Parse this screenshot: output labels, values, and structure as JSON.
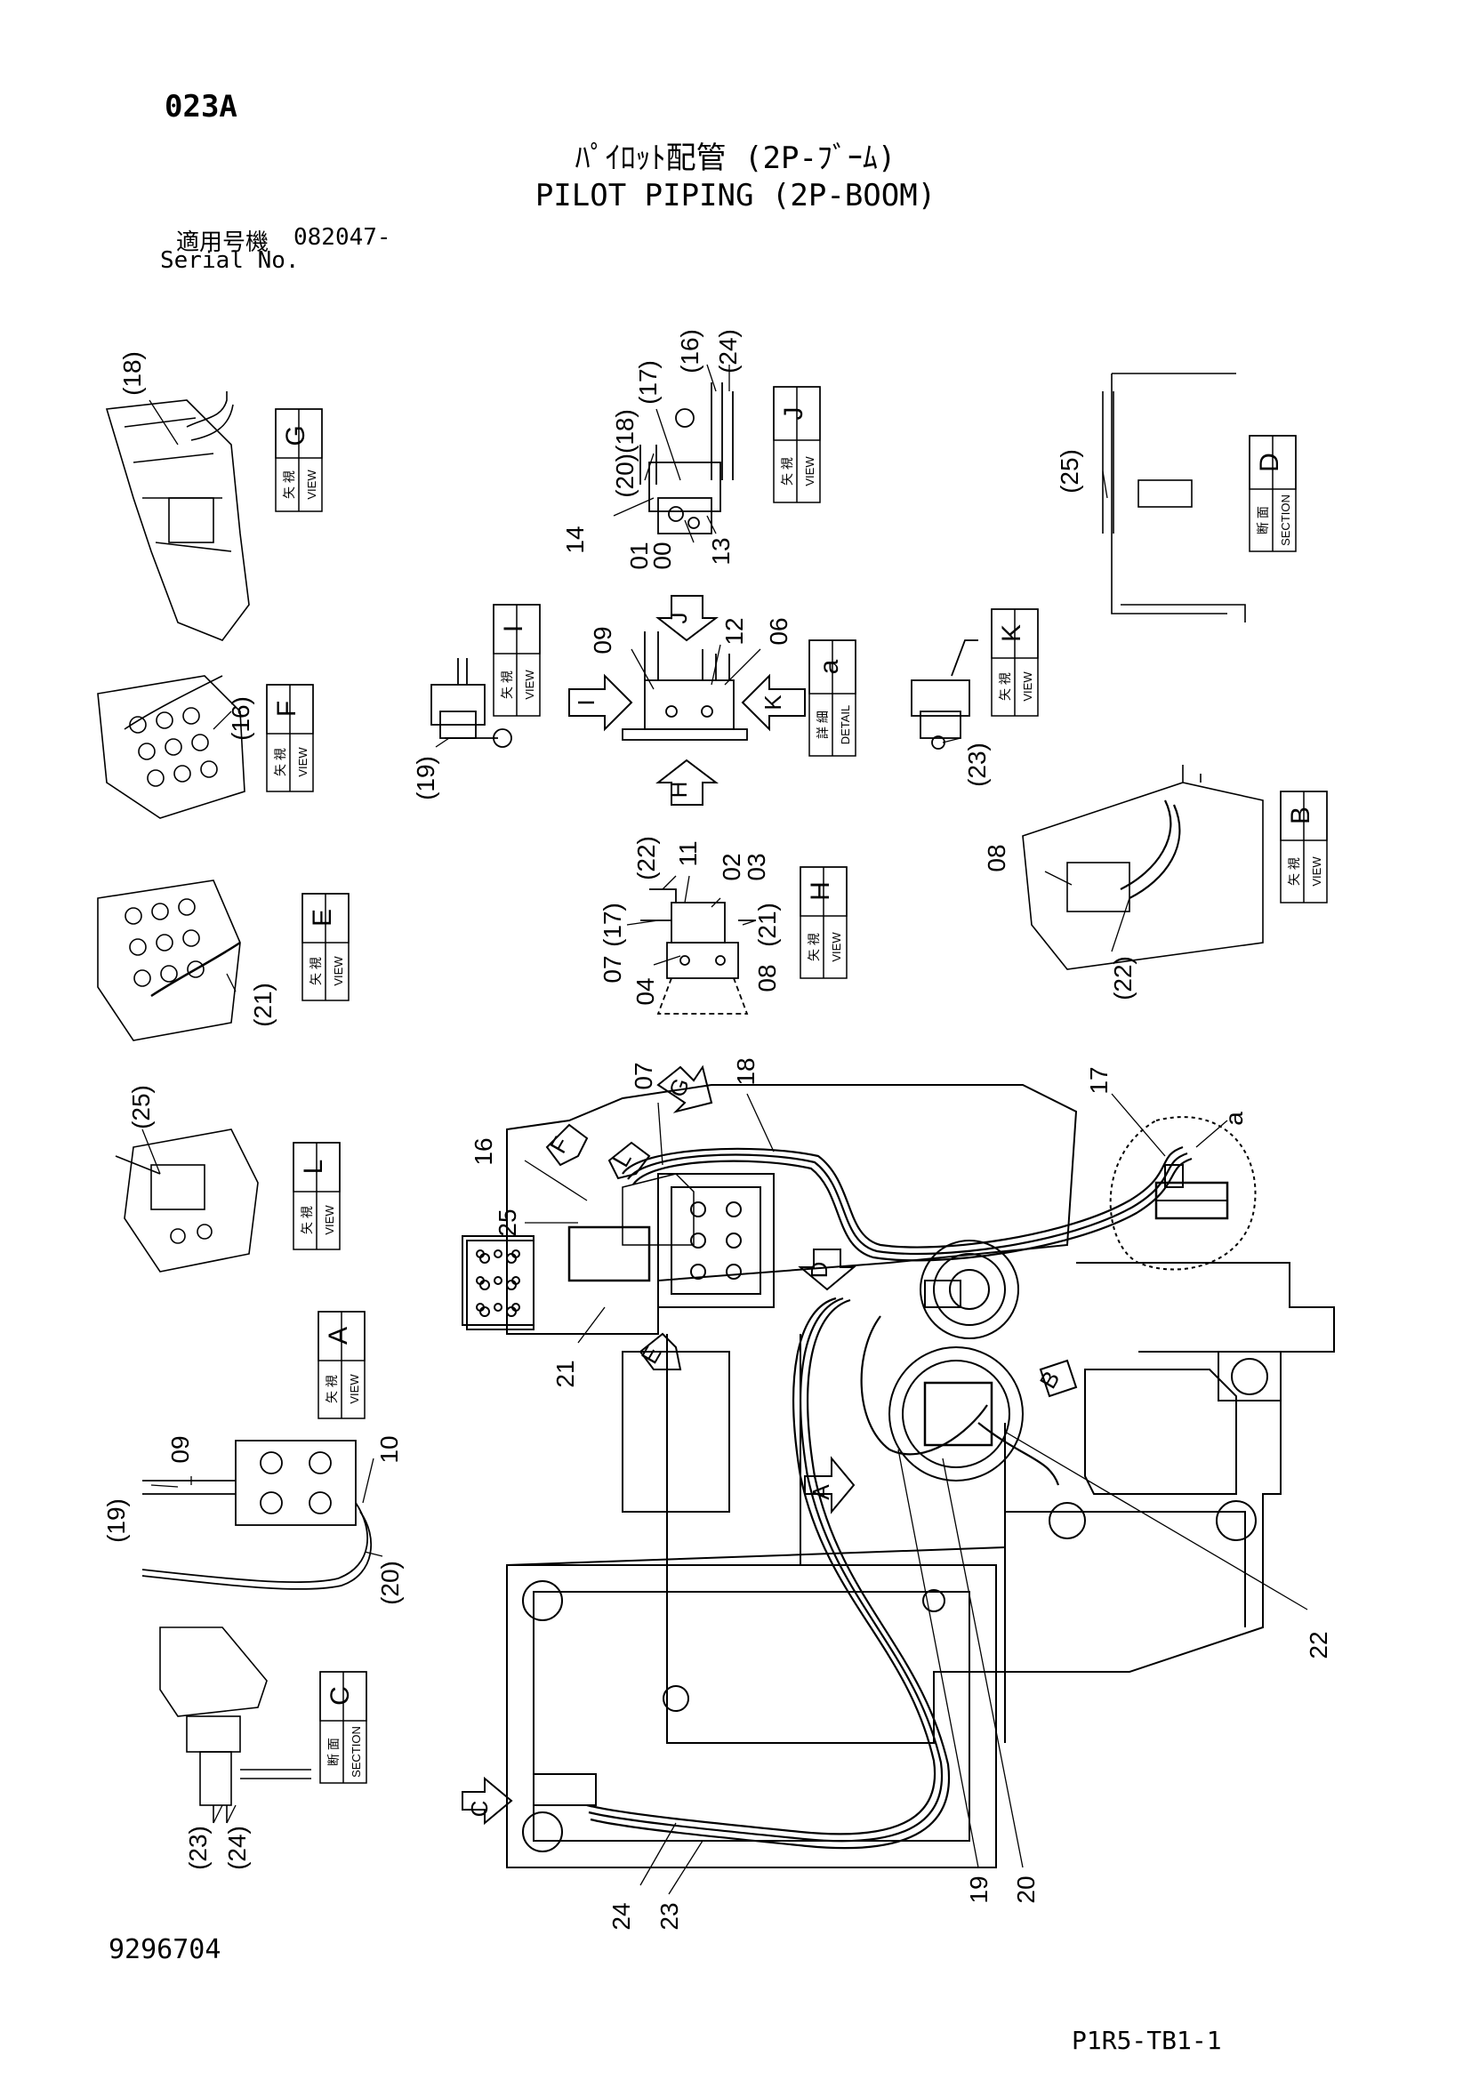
{
  "header": {
    "page_code": "023A",
    "title_jp": "ﾊﾟｲﾛｯﾄ配管 (2P-ﾌﾞｰﾑ)",
    "title_en": "PILOT PIPING (2P-BOOM)",
    "serial_label_jp": "適用号機",
    "serial_value": "082047-",
    "serial_label_en": "Serial No."
  },
  "footer": {
    "figure_number": "9296704",
    "sheet_id": "P1R5-TB1-1"
  },
  "view_labels": {
    "jp_view": "矢 視",
    "jp_section": "断 面",
    "jp_detail": "詳 細",
    "en_view": "VIEW",
    "en_section": "SECTION",
    "en_detail": "DETAIL"
  },
  "view_boxes": [
    {
      "letter": "G",
      "kind": "view"
    },
    {
      "letter": "J",
      "kind": "view"
    },
    {
      "letter": "D",
      "kind": "section"
    },
    {
      "letter": "F",
      "kind": "view"
    },
    {
      "letter": "I",
      "kind": "view"
    },
    {
      "letter": "a",
      "kind": "detail"
    },
    {
      "letter": "K",
      "kind": "view"
    },
    {
      "letter": "E",
      "kind": "view"
    },
    {
      "letter": "H",
      "kind": "view"
    },
    {
      "letter": "B",
      "kind": "view"
    },
    {
      "letter": "L",
      "kind": "view"
    },
    {
      "letter": "A",
      "kind": "view"
    },
    {
      "letter": "C",
      "kind": "section"
    }
  ],
  "arrow_letters": [
    "J",
    "I",
    "K",
    "H",
    "G",
    "F",
    "L",
    "D",
    "E",
    "B",
    "A",
    "C"
  ],
  "callouts": [
    "(18)",
    "(20)(18)",
    "(17)",
    "(16)",
    "(24)",
    "14",
    "01",
    "00",
    "13",
    "(25)",
    "09",
    "12",
    "06",
    "(16)",
    "(19)",
    "(23)",
    "(22)",
    "11",
    "02",
    "03",
    "(17)",
    "07",
    "04",
    "08",
    "(21)",
    "08",
    "(22)",
    "(21)",
    "(25)",
    "07",
    "18",
    "17",
    "a",
    "16",
    "25",
    "21",
    "09",
    "10",
    "(19)",
    "(20)",
    "22",
    "(23)",
    "(24)",
    "24",
    "23",
    "19",
    "20"
  ]
}
